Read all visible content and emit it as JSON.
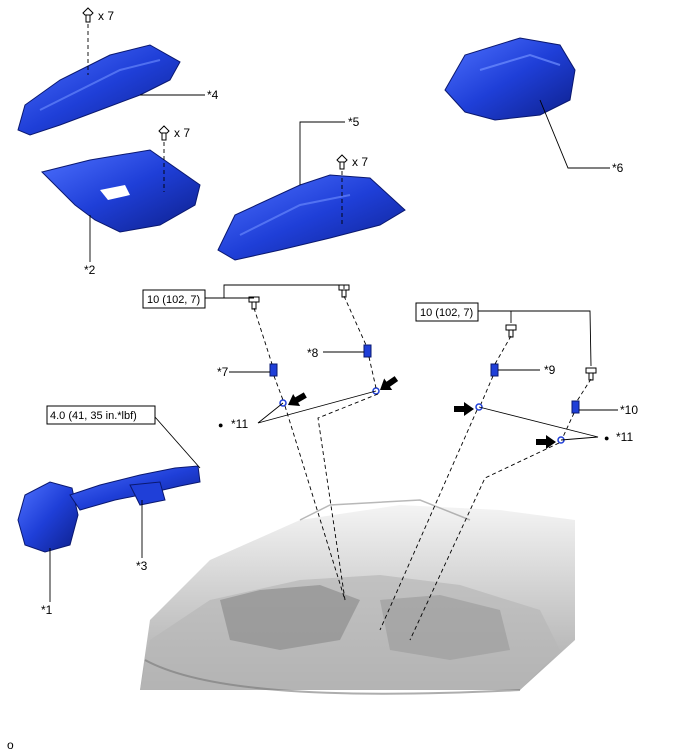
{
  "colors": {
    "part_blue": "#1f3fd8",
    "part_blue_dark": "#0d1f8a",
    "part_blue_light": "#4f72ff",
    "leader": "#000000",
    "engine_gray": "#cfcfcf"
  },
  "callouts": {
    "c1": "*1",
    "c2": "*2",
    "c3": "*3",
    "c4": "*4",
    "c5": "*5",
    "c6": "*6",
    "c7": "*7",
    "c8": "*8",
    "c9": "*9",
    "c10": "*10",
    "c11a": "*11",
    "c11b": "*11"
  },
  "quantities": {
    "q4": "x 7",
    "q2": "x 7",
    "q5": "x 7"
  },
  "torque": {
    "t_left": "10 (102, 7)",
    "t_right": "10 (102, 7)",
    "t_air": "4.0 (41, 35 in.*lbf)"
  },
  "markers": {
    "bullet": "●"
  },
  "footer": {
    "figure_id": "o"
  },
  "icons": [
    "clip-icon",
    "bolt-icon",
    "arrow-icon"
  ]
}
